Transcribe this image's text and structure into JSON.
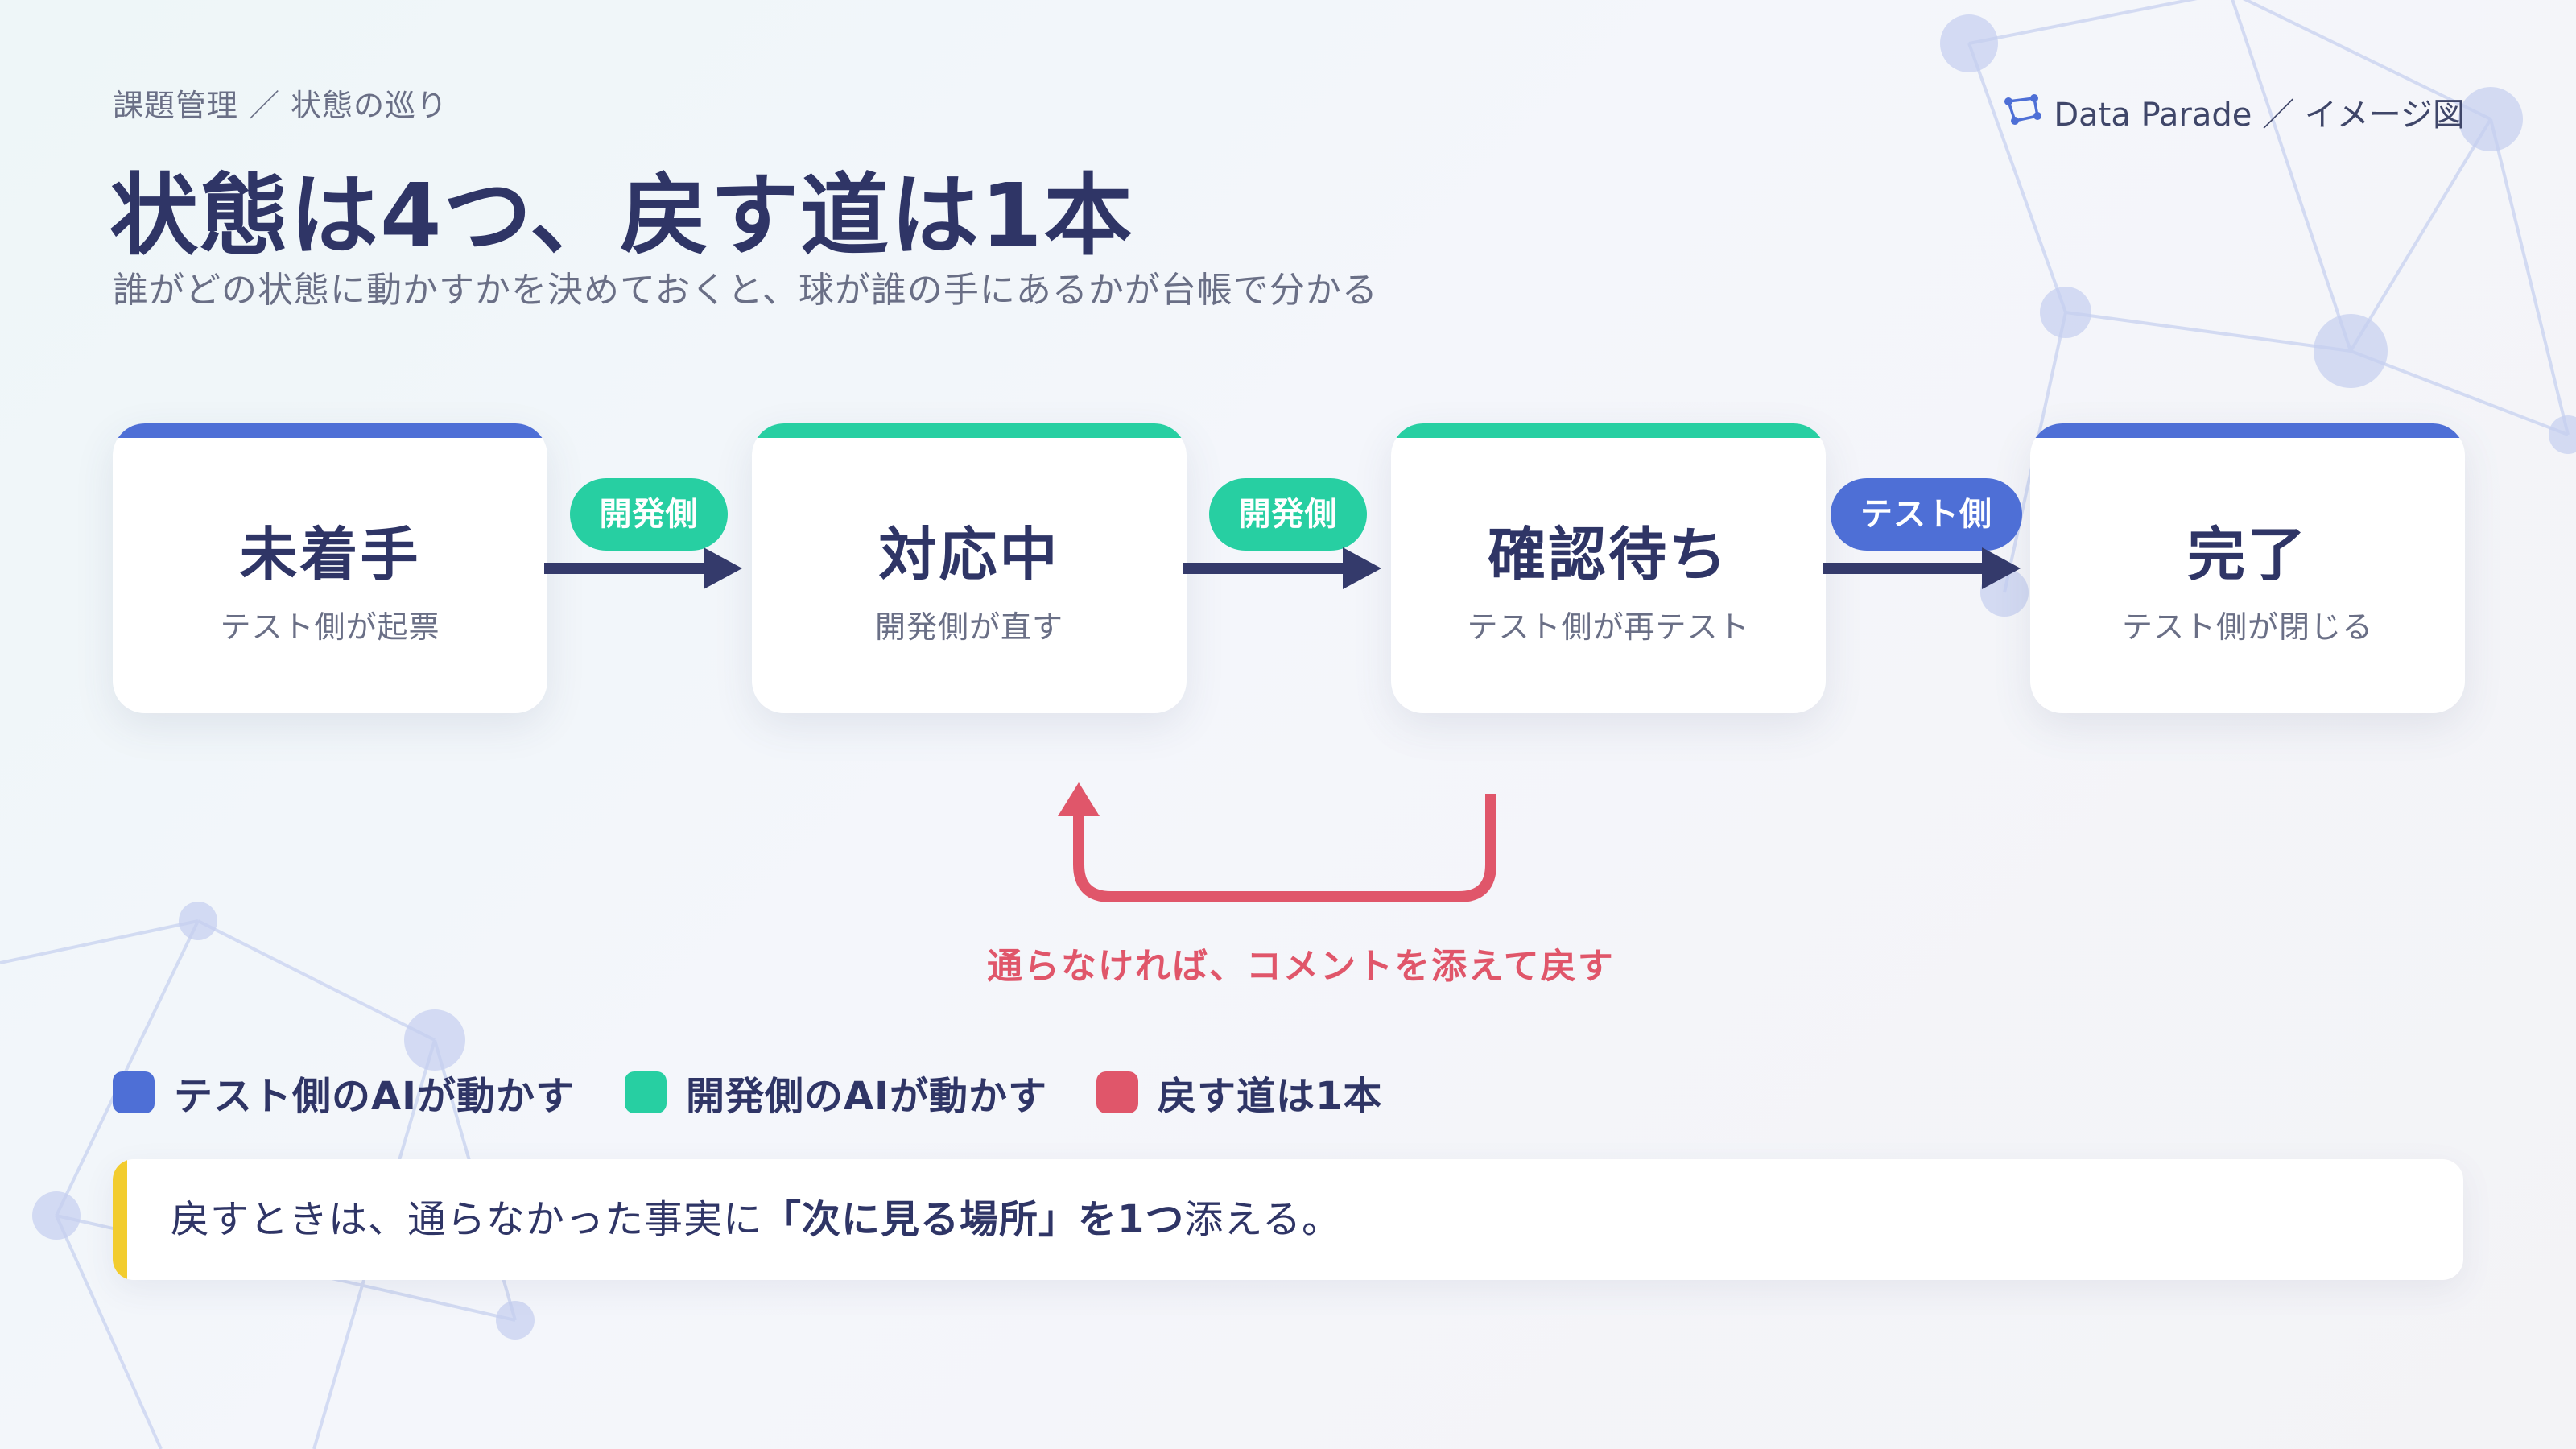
{
  "breadcrumb": "課題管理 ／ 状態の巡り",
  "brand": {
    "icon": "constellation-icon",
    "label": "Data Parade ／ イメージ図"
  },
  "title": "状態は4つ、戻す道は1本",
  "subtitle": "誰がどの状態に動かすかを決めておくと、球が誰の手にあるかが台帳で分かる",
  "colors": {
    "test": "#4e6fd6",
    "dev": "#27cfa2",
    "return": "#e0566a",
    "note_accent": "#f2cc2e",
    "ink": "#2f3566"
  },
  "states": [
    {
      "name": "未着手",
      "desc": "テスト側が起票",
      "owner": "test"
    },
    {
      "name": "対応中",
      "desc": "開発側が直す",
      "owner": "dev"
    },
    {
      "name": "確認待ち",
      "desc": "テスト側が再テスト",
      "owner": "dev"
    },
    {
      "name": "完了",
      "desc": "テスト側が閉じる",
      "owner": "test"
    }
  ],
  "transitions": [
    {
      "label": "開発側",
      "owner": "dev"
    },
    {
      "label": "開発側",
      "owner": "dev"
    },
    {
      "label": "テスト側",
      "owner": "test"
    }
  ],
  "return_path": {
    "label": "通らなければ、コメントを添えて戻す",
    "from": "確認待ち",
    "to": "対応中"
  },
  "legend": [
    {
      "label": "テスト側のAIが動かす",
      "color": "#4e6fd6"
    },
    {
      "label": "開発側のAIが動かす",
      "color": "#27cfa2"
    },
    {
      "label": "戻す道は1本",
      "color": "#e0566a"
    }
  ],
  "note": {
    "part1": "戻すときは、通らなかった事実に",
    "bold": "「次に見る場所」を1つ",
    "part2": "添える。"
  }
}
